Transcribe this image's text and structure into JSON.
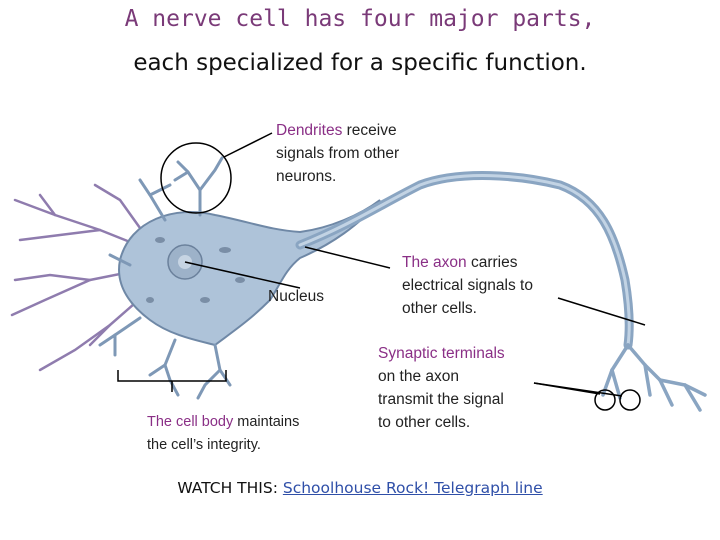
{
  "title": {
    "line1": "A nerve cell has four major parts,",
    "line2": "each specialized for a specific function."
  },
  "labels": {
    "dendrites": {
      "term": "Dendrites",
      "rest_line1": " receive",
      "line2": "signals from other",
      "line3": "neurons."
    },
    "axon": {
      "term": "The axon",
      "rest_line1": " carries",
      "line2": "electrical signals to",
      "line3": "other cells."
    },
    "nucleus": {
      "term": "Nucleus"
    },
    "synaptic": {
      "term": "Synaptic terminals",
      "line2": "on the axon",
      "line3": "transmit the signal",
      "line4": "to other cells."
    },
    "cell_body": {
      "term": "The cell body",
      "rest_line1": " maintains",
      "line2": "the cell’s integrity."
    }
  },
  "watch": {
    "prefix": "WATCH THIS: ",
    "link": "Schoolhouse Rock! Telegraph line"
  },
  "colors": {
    "term": "#8a2f86",
    "neuron_fill": "#a9bfd6",
    "neuron_stroke": "#5f7a98",
    "dendrite_stroke": "#8a77a8",
    "link": "#2f4fa8"
  }
}
